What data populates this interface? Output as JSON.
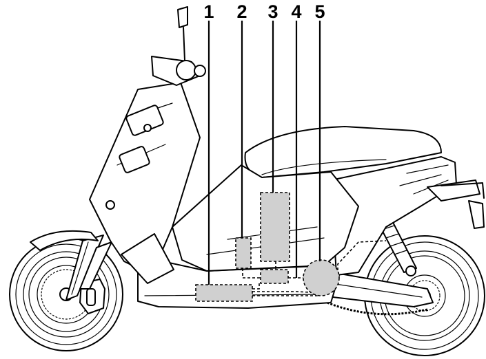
{
  "callouts": [
    {
      "num": "1"
    },
    {
      "num": "2"
    },
    {
      "num": "3"
    },
    {
      "num": "4"
    },
    {
      "num": "5"
    }
  ]
}
